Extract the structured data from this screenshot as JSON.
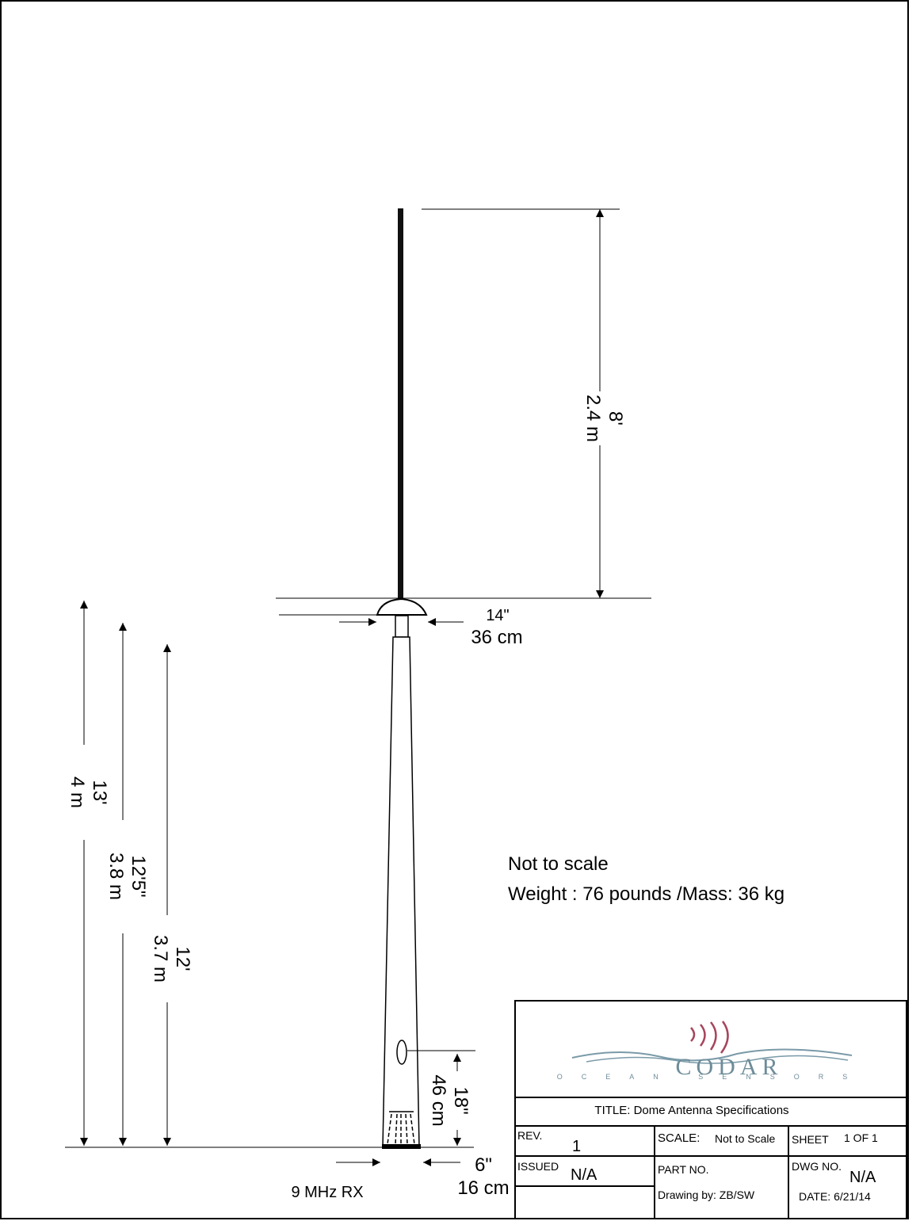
{
  "dimensions": {
    "whip_height_ft": "8'",
    "whip_height_m": "2.4 m",
    "dome_width_in": "14\"",
    "dome_width_cm": "36 cm",
    "total_height_ft": "13'",
    "total_height_m": "4 m",
    "mast_height_ft": "12'5\"",
    "mast_height_m": "3.8 m",
    "pole_height_ft": "12'",
    "pole_height_m": "3.7 m",
    "port_height_in": "18\"",
    "port_height_cm": "46 cm",
    "base_width_in": "6\"",
    "base_width_cm": "16 cm"
  },
  "caption": "9 MHz RX",
  "notes": {
    "scale_note": "Not to scale",
    "weight_note": "Weight : 76 pounds /Mass: 36 kg"
  },
  "title_block": {
    "logo_text": "CODAR",
    "logo_subtext": "OCEAN SENSORS",
    "title": "TITLE: Dome Antenna Specifications",
    "rev_label": "REV.",
    "rev_value": "1",
    "scale_label": "SCALE:",
    "scale_value": "Not to Scale",
    "sheet_label": "SHEET",
    "sheet_value": "1 OF 1",
    "issued_label": "ISSUED",
    "issued_value": "N/A",
    "part_label": "PART NO.",
    "dwg_label": "DWG NO.",
    "dwg_value": "N/A",
    "drawn_by": "Drawing by:  ZB/SW",
    "date": "DATE: 6/21/14"
  },
  "colors": {
    "logo_arcs": "#a6455b",
    "logo_waves": "#7a9aa8",
    "logo_text": "#6e8c9a"
  }
}
